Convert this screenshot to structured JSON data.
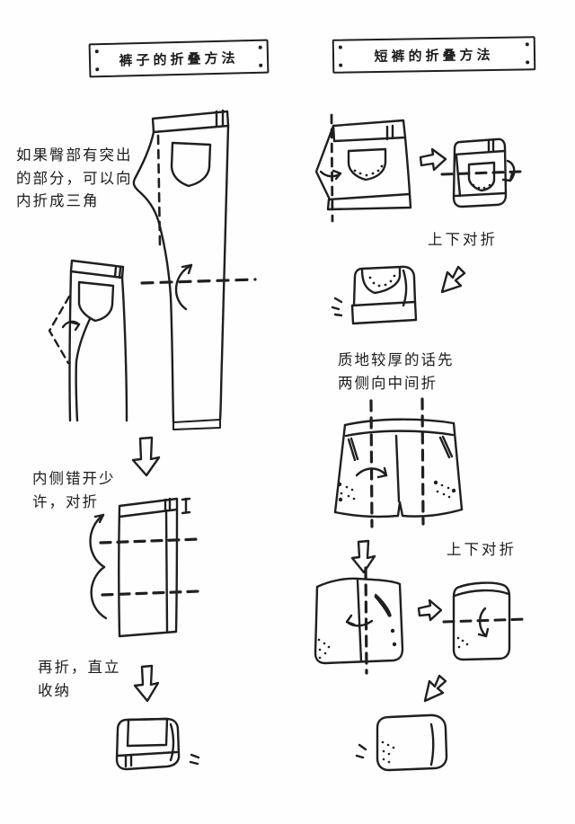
{
  "style": {
    "ink": "#1f1f1f",
    "paper": "#fefefe"
  },
  "left_column": {
    "title": "裤子的折叠方法",
    "hip_note": "如果臀部有突出\n的部分，可以向\n内折成三角",
    "offset_note": "内侧错开少\n许，对折",
    "store_note": "再折，直立\n收纳"
  },
  "right_column": {
    "title": "短裤的折叠方法",
    "fold_updown_note_1": "上下对折",
    "thick_note": "质地较厚的话先\n两侧向中间折",
    "fold_updown_note_2": "上下对折"
  }
}
